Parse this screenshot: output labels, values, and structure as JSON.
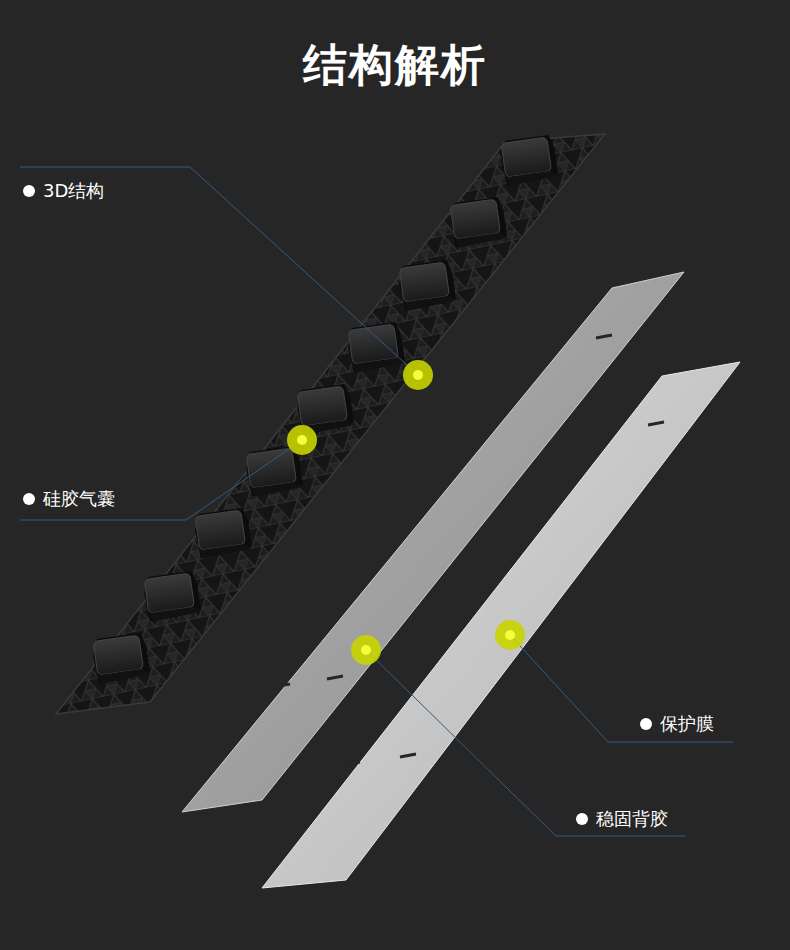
{
  "diagram": {
    "title": "结构解析",
    "labels": [
      "3D结构",
      "硅胶气囊",
      "保护膜",
      "稳固背胶"
    ]
  }
}
